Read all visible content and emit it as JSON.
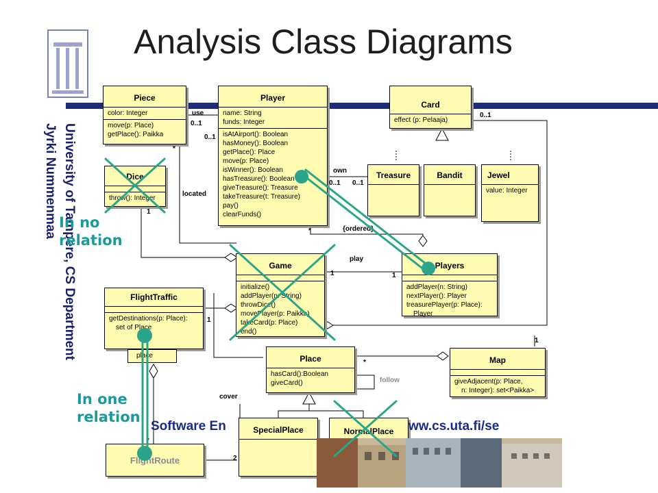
{
  "slide": {
    "title": "Analysis Class Diagrams",
    "vertical_text_1": "University of Tampere, CS Department",
    "vertical_text_2": "Jyrki Nummenmaa",
    "footer_left": "Software En",
    "footer_right": "ww.cs.uta.fi/se"
  },
  "annotations": {
    "no_relation_1": "In no",
    "no_relation_2": "relation",
    "one_relation_1": "In one",
    "one_relation_2": "relation"
  },
  "classes": {
    "piece": {
      "name": "Piece",
      "attrs": [
        "color: Integer"
      ],
      "ops": [
        "move(p: Place)",
        "getPlace(): Paikka"
      ]
    },
    "player": {
      "name": "Player",
      "attrs": [
        "name: String",
        "funds: Integer"
      ],
      "ops": [
        "isAtAirport(): Boolean",
        "hasMoney(): Boolean",
        "getPlace(): Place",
        "move(p: Place)",
        "isWinner(): Boolean",
        "hasTreasure(): Boolean",
        "giveTreasure(): Treasure",
        "takeTreasure(t: Treasure)",
        "pay()",
        "clearFunds()"
      ]
    },
    "card": {
      "name": "Card",
      "attrs": [
        "effect (p: Pelaaja)"
      ]
    },
    "treasure": {
      "name": "Treasure"
    },
    "bandit": {
      "name": "Bandit"
    },
    "jewel": {
      "name": "Jewel",
      "attrs": [
        "value: Integer"
      ]
    },
    "dice": {
      "name": "Dice",
      "ops": [
        "throw(): Integer"
      ]
    },
    "game": {
      "name": "Game",
      "ops": [
        "initialize()",
        "addPlayer(n: String)",
        "throwDice()",
        "movePlayer(p: Paikka)",
        "takeCard(p: Place)",
        "end()"
      ]
    },
    "players": {
      "name": "Players",
      "ops": [
        "addPlayer(n: String)",
        "nextPlayer(): Player",
        "treasurePlayer(p: Place):",
        "Player"
      ]
    },
    "flighttraffic": {
      "name": "FlightTraffic",
      "ops": [
        "getDestinations(p: Place):",
        "set of Place"
      ]
    },
    "place": {
      "name": "Place",
      "ops": [
        "hasCard():Boolean",
        "giveCard()"
      ]
    },
    "map": {
      "name": "Map",
      "ops": [
        "giveAdjacent(p: Place,",
        "n: Integer): set<Paikka>"
      ]
    },
    "specialplace": {
      "name": "SpecialPlace"
    },
    "normalplace": {
      "name": "NormalPlace"
    },
    "flightroute": {
      "name": "FlightRoute"
    }
  },
  "edge_labels": {
    "use": "use",
    "use_mult": "0..1",
    "player_mult": "0..1",
    "piece_star": "*",
    "located": "located",
    "own": "own",
    "own_mult_a": "0..1",
    "own_mult_b": "0..1",
    "card_mult": "0..1",
    "dice_one": "1",
    "player_star": "*",
    "ordered": "{ordered}",
    "play": "play",
    "game_one": "1",
    "players_one": "1",
    "flight_one": "1",
    "map_one": "1",
    "place_star": "*",
    "follow": "follow",
    "cover": "cover",
    "place_qual": "place",
    "route_star": "*",
    "route_two": "2"
  },
  "colors": {
    "class_fill": "#fffbb0",
    "title_bar": "#1e2a7a",
    "annotation": "#1a9a9a",
    "cross": "#2aa58c"
  }
}
